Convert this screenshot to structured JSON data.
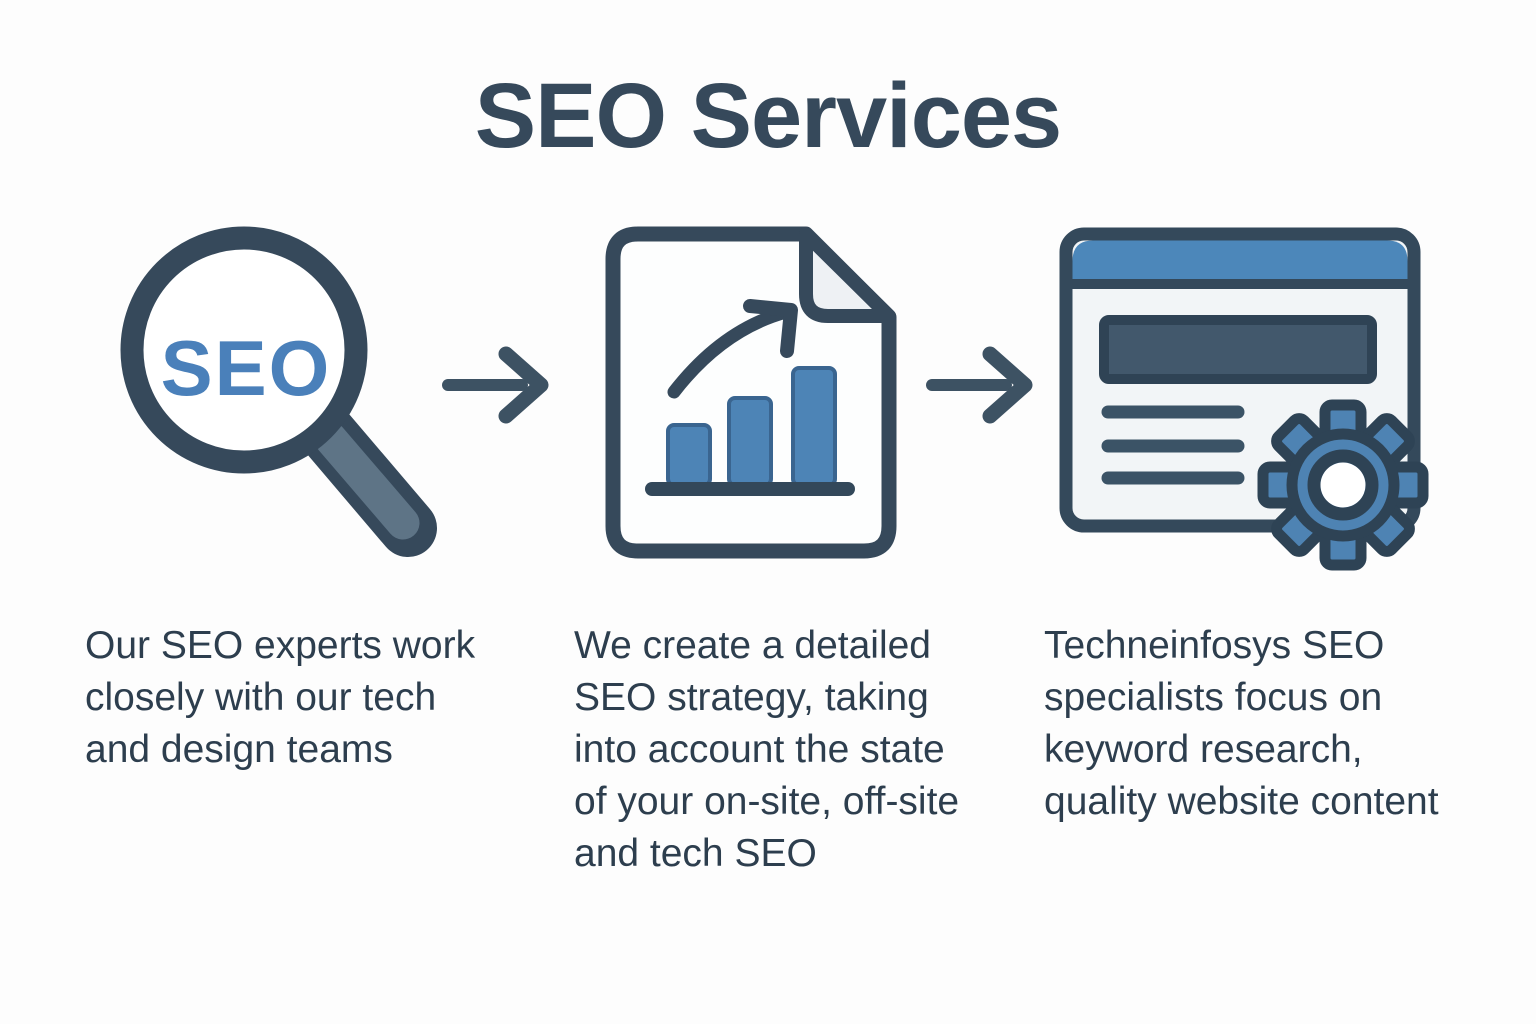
{
  "title": "SEO Services",
  "palette": {
    "ink": "#36495b",
    "accent_blue": "#4d84b6",
    "topbar_blue": "#4c87ba",
    "gear_blue": "#4e83b3",
    "handle_gray": "#5e7486",
    "banner_navy": "#42586c",
    "panel_light": "#f2f5f7",
    "body_text": "#2d3e4e"
  },
  "steps": [
    {
      "id": "research",
      "icon": "seo-magnifier-icon",
      "magnifier_label": "SEO",
      "description": "Our SEO experts work closely with our tech and design teams",
      "description_lines": [
        "Our SEO experts work",
        "closely with our tech",
        "and design teams"
      ]
    },
    {
      "id": "strategy",
      "icon": "growth-report-icon",
      "description": "We create a detailed SEO strategy, taking into account the state of your on-site, off-site and tech SEO",
      "description_lines": [
        "We create a detailed",
        "SEO strategy, taking",
        "into account the state",
        "of your on-site, off-site",
        "and tech SEO"
      ]
    },
    {
      "id": "implementation",
      "icon": "website-gear-icon",
      "description": "Techneinfosys SEO specialists focus on keyword research, quality website content",
      "description_lines": [
        "Techneinfosys SEO",
        "specialists focus on",
        "keyword research,",
        "quality website content"
      ]
    }
  ],
  "connectors": [
    "right-arrow",
    "right-arrow"
  ]
}
